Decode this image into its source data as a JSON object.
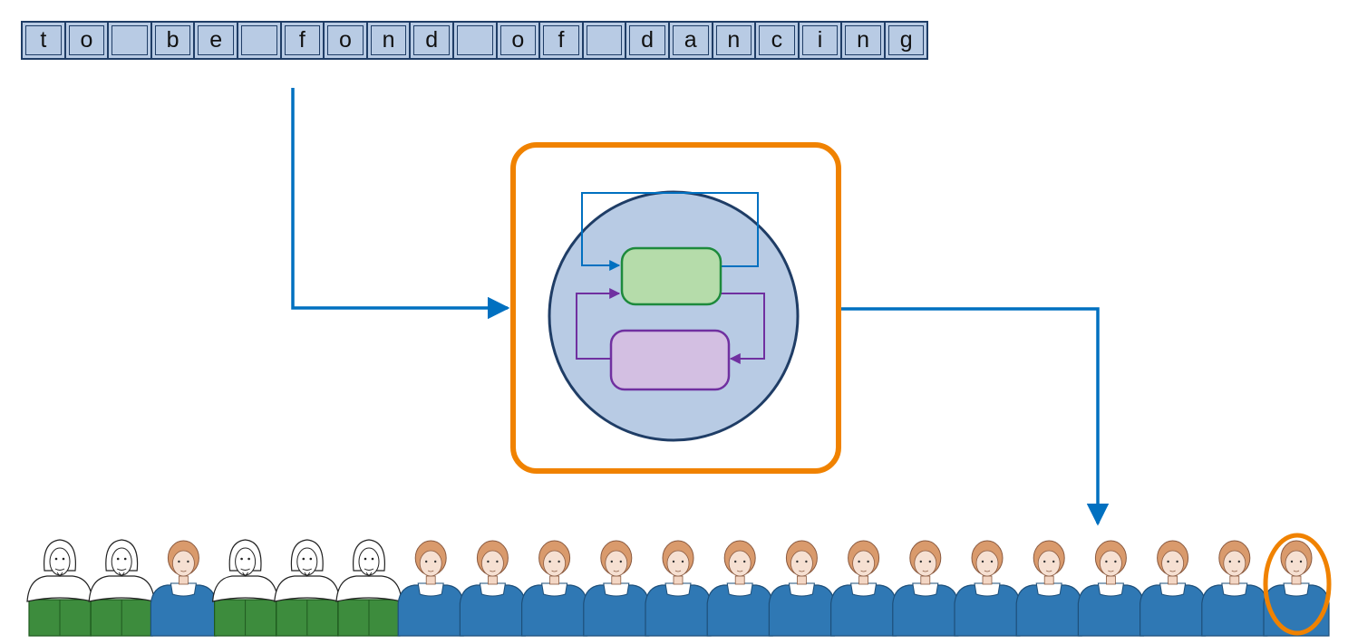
{
  "input_chars": [
    "t",
    "o",
    " ",
    "b",
    "e",
    " ",
    "f",
    "o",
    "n",
    "d",
    " ",
    "o",
    "f",
    " ",
    "d",
    "a",
    "n",
    "c",
    "i",
    "n",
    "g"
  ],
  "figures": [
    "shakespeare",
    "shakespeare",
    "woman",
    "shakespeare",
    "shakespeare",
    "shakespeare",
    "woman",
    "woman",
    "woman",
    "woman",
    "woman",
    "woman",
    "woman",
    "woman",
    "woman",
    "woman",
    "woman",
    "woman",
    "woman",
    "woman",
    "woman"
  ],
  "highlighted_figure_index": 20,
  "colors": {
    "flow_arrow": "#0070c0",
    "model_frame": "#f08200",
    "cell_circle_fill": "#b8cbe4",
    "cell_circle_stroke": "#1f3d66",
    "green_box_fill": "#b5dcaa",
    "green_box_stroke": "#1d8a3c",
    "purple_box_fill": "#d3bfe2",
    "purple_box_stroke": "#7030a0",
    "woman_dress": "#2f78b4",
    "shakespeare_coat": "#3d8c3d"
  }
}
